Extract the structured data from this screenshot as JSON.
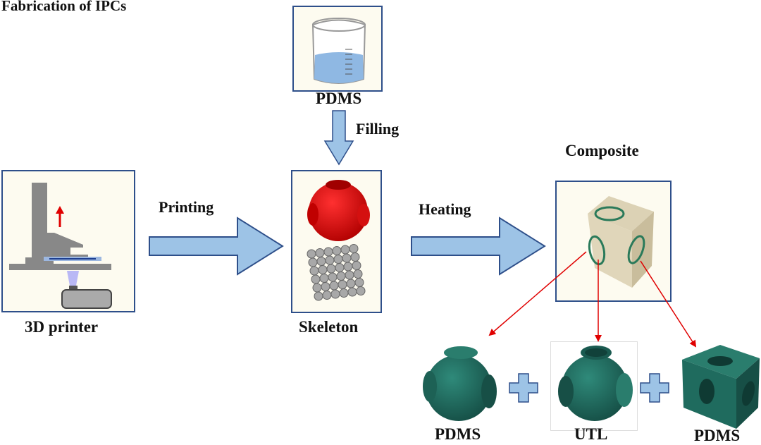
{
  "title": "Fabrication of IPCs",
  "nodes": {
    "pdms_source": {
      "label": "PDMS"
    },
    "printer": {
      "label": "3D printer"
    },
    "skeleton": {
      "label": "Skeleton"
    },
    "composite": {
      "label": "Composite"
    },
    "component_left": {
      "label": "PDMS"
    },
    "component_middle": {
      "label": "UTL"
    },
    "component_right": {
      "label": "PDMS"
    }
  },
  "steps": {
    "filling": "Filling",
    "printing": "Printing",
    "heating": "Heating"
  },
  "colors": {
    "panel_border": "#2e4f8a",
    "arrow_fill": "#9dc3e6",
    "arrow_stroke": "#2e4f8a",
    "skeleton_unit": "#e00000",
    "component_green": "#1f6b5e",
    "pointer_red": "#e00000",
    "liquid": "#8fb8e3"
  }
}
